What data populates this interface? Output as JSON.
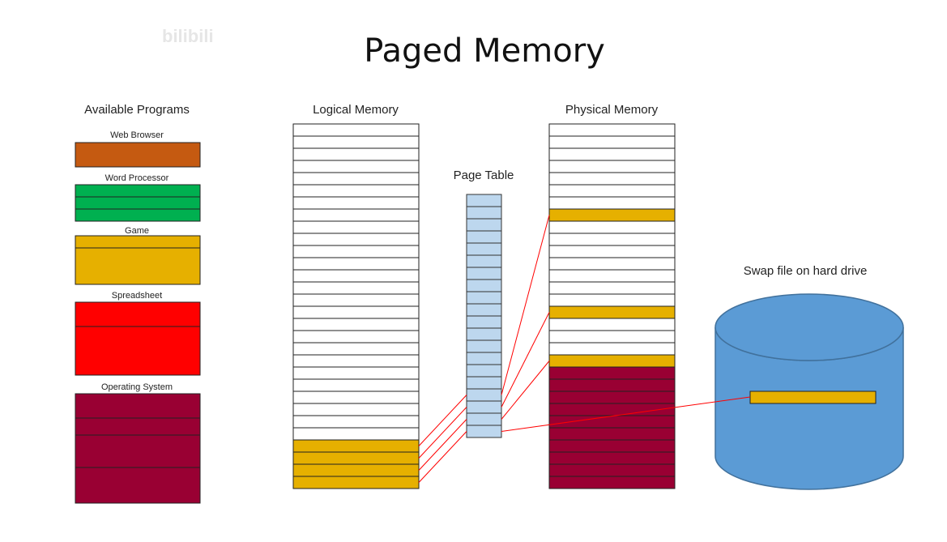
{
  "watermark": "bilibili",
  "title": "Paged Memory",
  "sections": {
    "available_programs": "Available Programs",
    "logical_memory": "Logical Memory",
    "page_table": "Page Table",
    "physical_memory": "Physical Memory",
    "swap": "Swap file on hard drive"
  },
  "programs": [
    {
      "name": "Web Browser",
      "color": "#c55a11",
      "pages": 1
    },
    {
      "name": "Word Processor",
      "color": "#00b050",
      "pages": 3
    },
    {
      "name": "Game",
      "color": "#e6b000",
      "pages": 2
    },
    {
      "name": "Spreadsheet",
      "color": "#ff0000",
      "pages": 2
    },
    {
      "name": "Operating System",
      "color": "#990033",
      "pages": 4
    }
  ],
  "colors": {
    "empty": "#ffffff",
    "game": "#e6b000",
    "os": "#990033",
    "page_table": "#bdd7ee",
    "disk": "#5b9bd5",
    "mapping_line": "#ff0000"
  },
  "logical_memory": {
    "total_slots": 30,
    "game_slots": [
      26,
      27,
      28,
      29
    ]
  },
  "page_table": {
    "entries": 20
  },
  "physical_memory": {
    "total_slots": 30,
    "game_slots": [
      7,
      15,
      19
    ],
    "os_slots": [
      20,
      21,
      22,
      23,
      24,
      25,
      26,
      27,
      28,
      29
    ]
  },
  "mappings": [
    {
      "logical": 26,
      "page_table": 16,
      "physical": 7
    },
    {
      "logical": 27,
      "page_table": 17,
      "physical": 15
    },
    {
      "logical": 28,
      "page_table": 18,
      "physical": 19
    },
    {
      "logical": 29,
      "page_table": 19,
      "target": "swap"
    }
  ]
}
